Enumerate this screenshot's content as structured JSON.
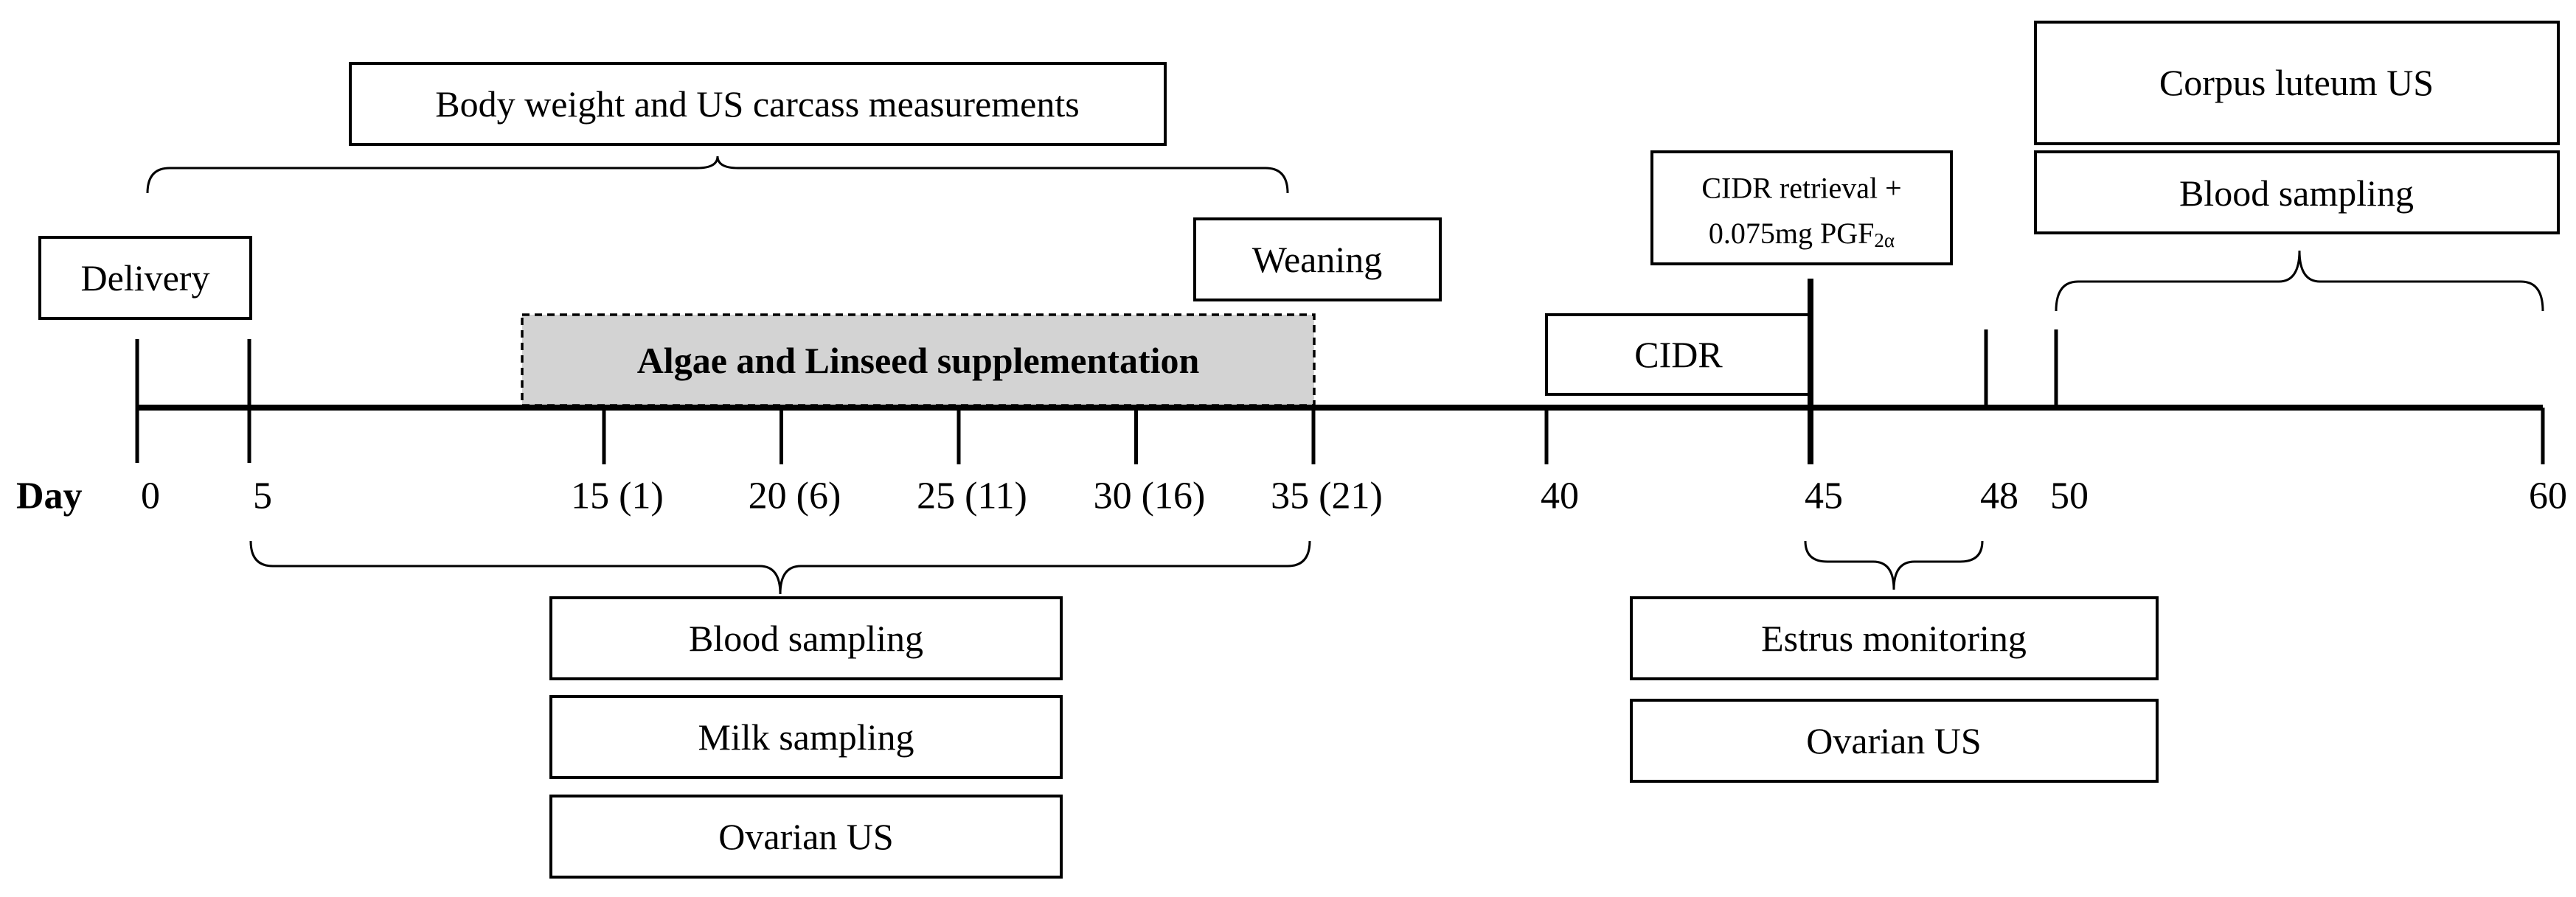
{
  "timeline": {
    "axis_label": "Day",
    "ticks": [
      {
        "day": 0,
        "label": "0"
      },
      {
        "day": 5,
        "label": "5"
      },
      {
        "day": 15,
        "label": "15 (1)"
      },
      {
        "day": 20,
        "label": "20 (6)"
      },
      {
        "day": 25,
        "label": "25 (11)"
      },
      {
        "day": 30,
        "label": "30 (16)"
      },
      {
        "day": 35,
        "label": "35 (21)"
      },
      {
        "day": 40,
        "label": "40"
      },
      {
        "day": 45,
        "label": "45"
      },
      {
        "day": 48,
        "label": "48"
      },
      {
        "day": 50,
        "label": "50"
      },
      {
        "day": 60,
        "label": "60"
      }
    ]
  },
  "labels": {
    "body_weight": "Body weight and US carcass measurements",
    "delivery": "Delivery",
    "weaning": "Weaning",
    "supplementation": "Algae and Linseed supplementation",
    "cidr": "CIDR",
    "cidr_retrieval_line1": "CIDR retrieval +",
    "cidr_retrieval_line2_prefix": "0.075mg PGF",
    "cidr_retrieval_line2_sub": "2α",
    "corpus_luteum": "Corpus luteum US",
    "blood_sampling_late": "Blood sampling",
    "blood_sampling": "Blood sampling",
    "milk_sampling": "Milk sampling",
    "ovarian_us_early": "Ovarian US",
    "estrus_monitoring": "Estrus monitoring",
    "ovarian_us_late": "Ovarian US"
  }
}
